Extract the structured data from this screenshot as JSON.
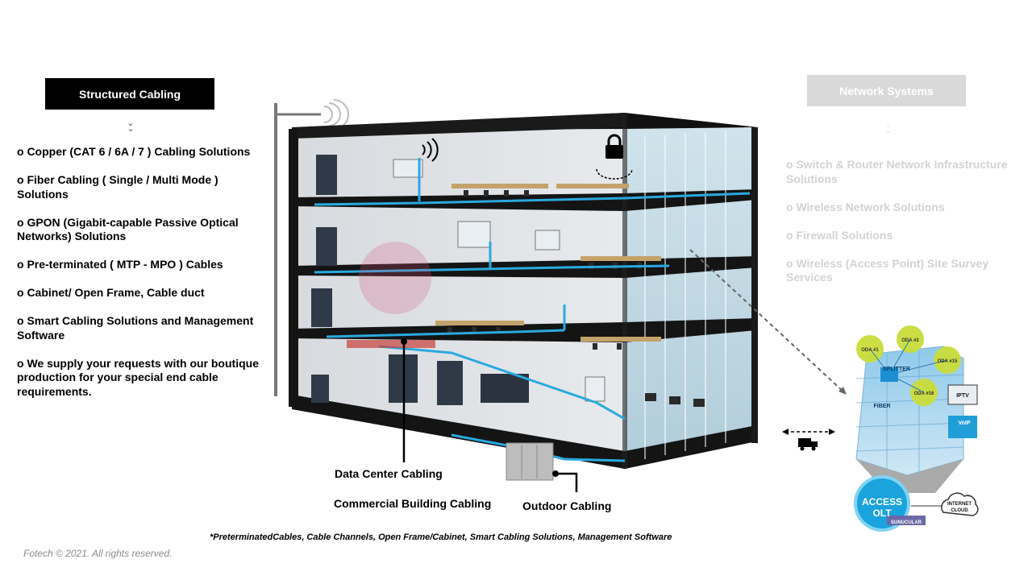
{
  "left_panel": {
    "title": "Structured Cabling",
    "items": [
      "o Copper (CAT 6 / 6A  / 7 ) Cabling Solutions",
      "o Fiber Cabling ( Single / Multi Mode ) Solutions",
      "o GPON (Gigabit-capable Passive Optical Networks) Solutions",
      "o Pre-terminated ( MTP - MPO ) Cables",
      "o Cabinet/ Open Frame, Cable duct",
      "o  Smart Cabling Solutions and Management Software",
      "o We supply your requests with our boutique production for your special end cable requirements."
    ]
  },
  "right_panel": {
    "title": "Network Systems",
    "items": [
      "o Switch & Router Network Infrastructure Solutions",
      "o Wireless Network Solutions",
      "o Firewall Solutions",
      "o Wireless (Access Point) Site Survey Services"
    ]
  },
  "building_labels": {
    "data_center": "Data Center Cabling",
    "commercial": "Commercial  Building Cabling",
    "outdoor": "Outdoor Cabling"
  },
  "network_diagram": {
    "oda_nodes": [
      "ODA #1",
      "ODA #2",
      "ODA #15",
      "ODA #16"
    ],
    "splitter": "SPLITTER",
    "fiber": "FIBER",
    "iptv": "IPTV",
    "voip": "VoIP",
    "access": "ACCESS",
    "olt": "OLT",
    "brand": "SUNUCULAR",
    "internet": "INTERNET",
    "cloud": "CLOUD"
  },
  "footnote": "*PreterminatedCables, Cable Channels, Open Frame/Cabinet, Smart Cabling Solutions, Management Software",
  "copyright": "Fotech © 2021. All rights reserved.",
  "colors": {
    "cable_blue": "#2aa9e0",
    "oda_green": "#c9dc3a",
    "olt_blue": "#1aa3dd",
    "structure_black": "#111111"
  }
}
